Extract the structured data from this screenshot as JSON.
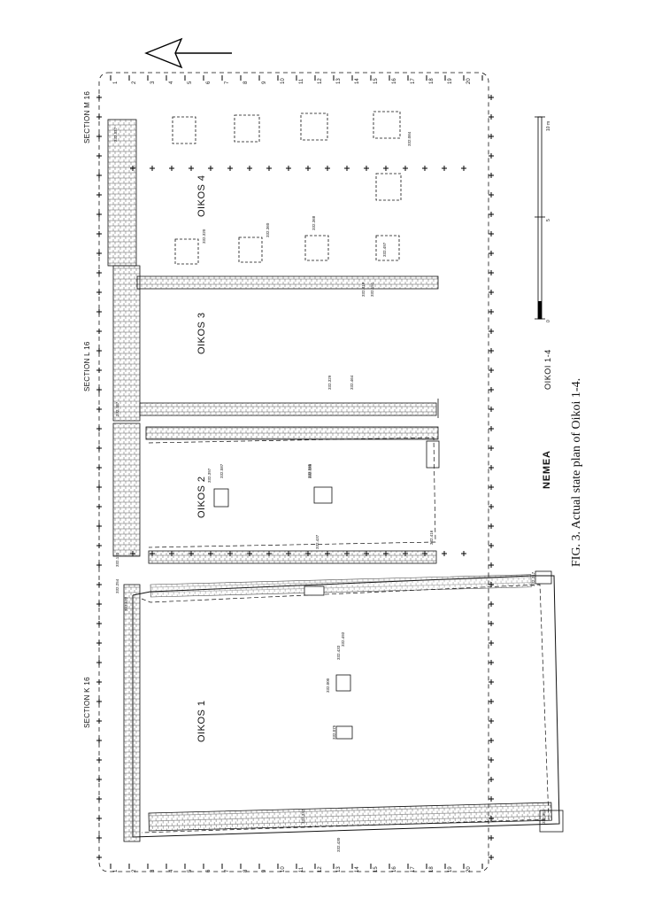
{
  "rooms": [
    "OIKOS 1",
    "OIKOS 2",
    "OIKOS 3",
    "OIKOS 4"
  ],
  "sections": [
    "SECTION K 16",
    "SECTION L 16",
    "SECTION M 16"
  ],
  "title": "NEMEA",
  "subtitle": "OIKOI 1-4",
  "caption": "FIG. 3.  Actual state plan of Oikoi 1-4.",
  "scale": {
    "end_label": "10 m",
    "mid_label": "5",
    "start_label": "0"
  },
  "grid_left": [
    "1",
    "2",
    "3",
    "4",
    "5",
    "6",
    "7",
    "8",
    "9",
    "10",
    "11",
    "12",
    "13",
    "14",
    "15",
    "16",
    "17",
    "18",
    "19",
    "20"
  ],
  "grid_top": [
    "1",
    "2",
    "3",
    "4",
    "5",
    "6",
    "7",
    "8",
    "9",
    "10",
    "11",
    "12",
    "13",
    "14",
    "15",
    "16",
    "17",
    "18",
    "19",
    "20"
  ],
  "finds": [
    "332.317",
    "332.351",
    "332.337",
    "332.433",
    "332.430",
    "332.493",
    "332.075",
    "332.000",
    "332.185",
    "332.437",
    "332.416",
    "332.120",
    "332.187",
    "332.397",
    "332.587",
    "332.595",
    "332.329",
    "332.464",
    "332.419",
    "332.151",
    "332.320",
    "332.360",
    "332.368",
    "332.497",
    "332.527",
    "332.254",
    "332.522",
    "332.084"
  ]
}
